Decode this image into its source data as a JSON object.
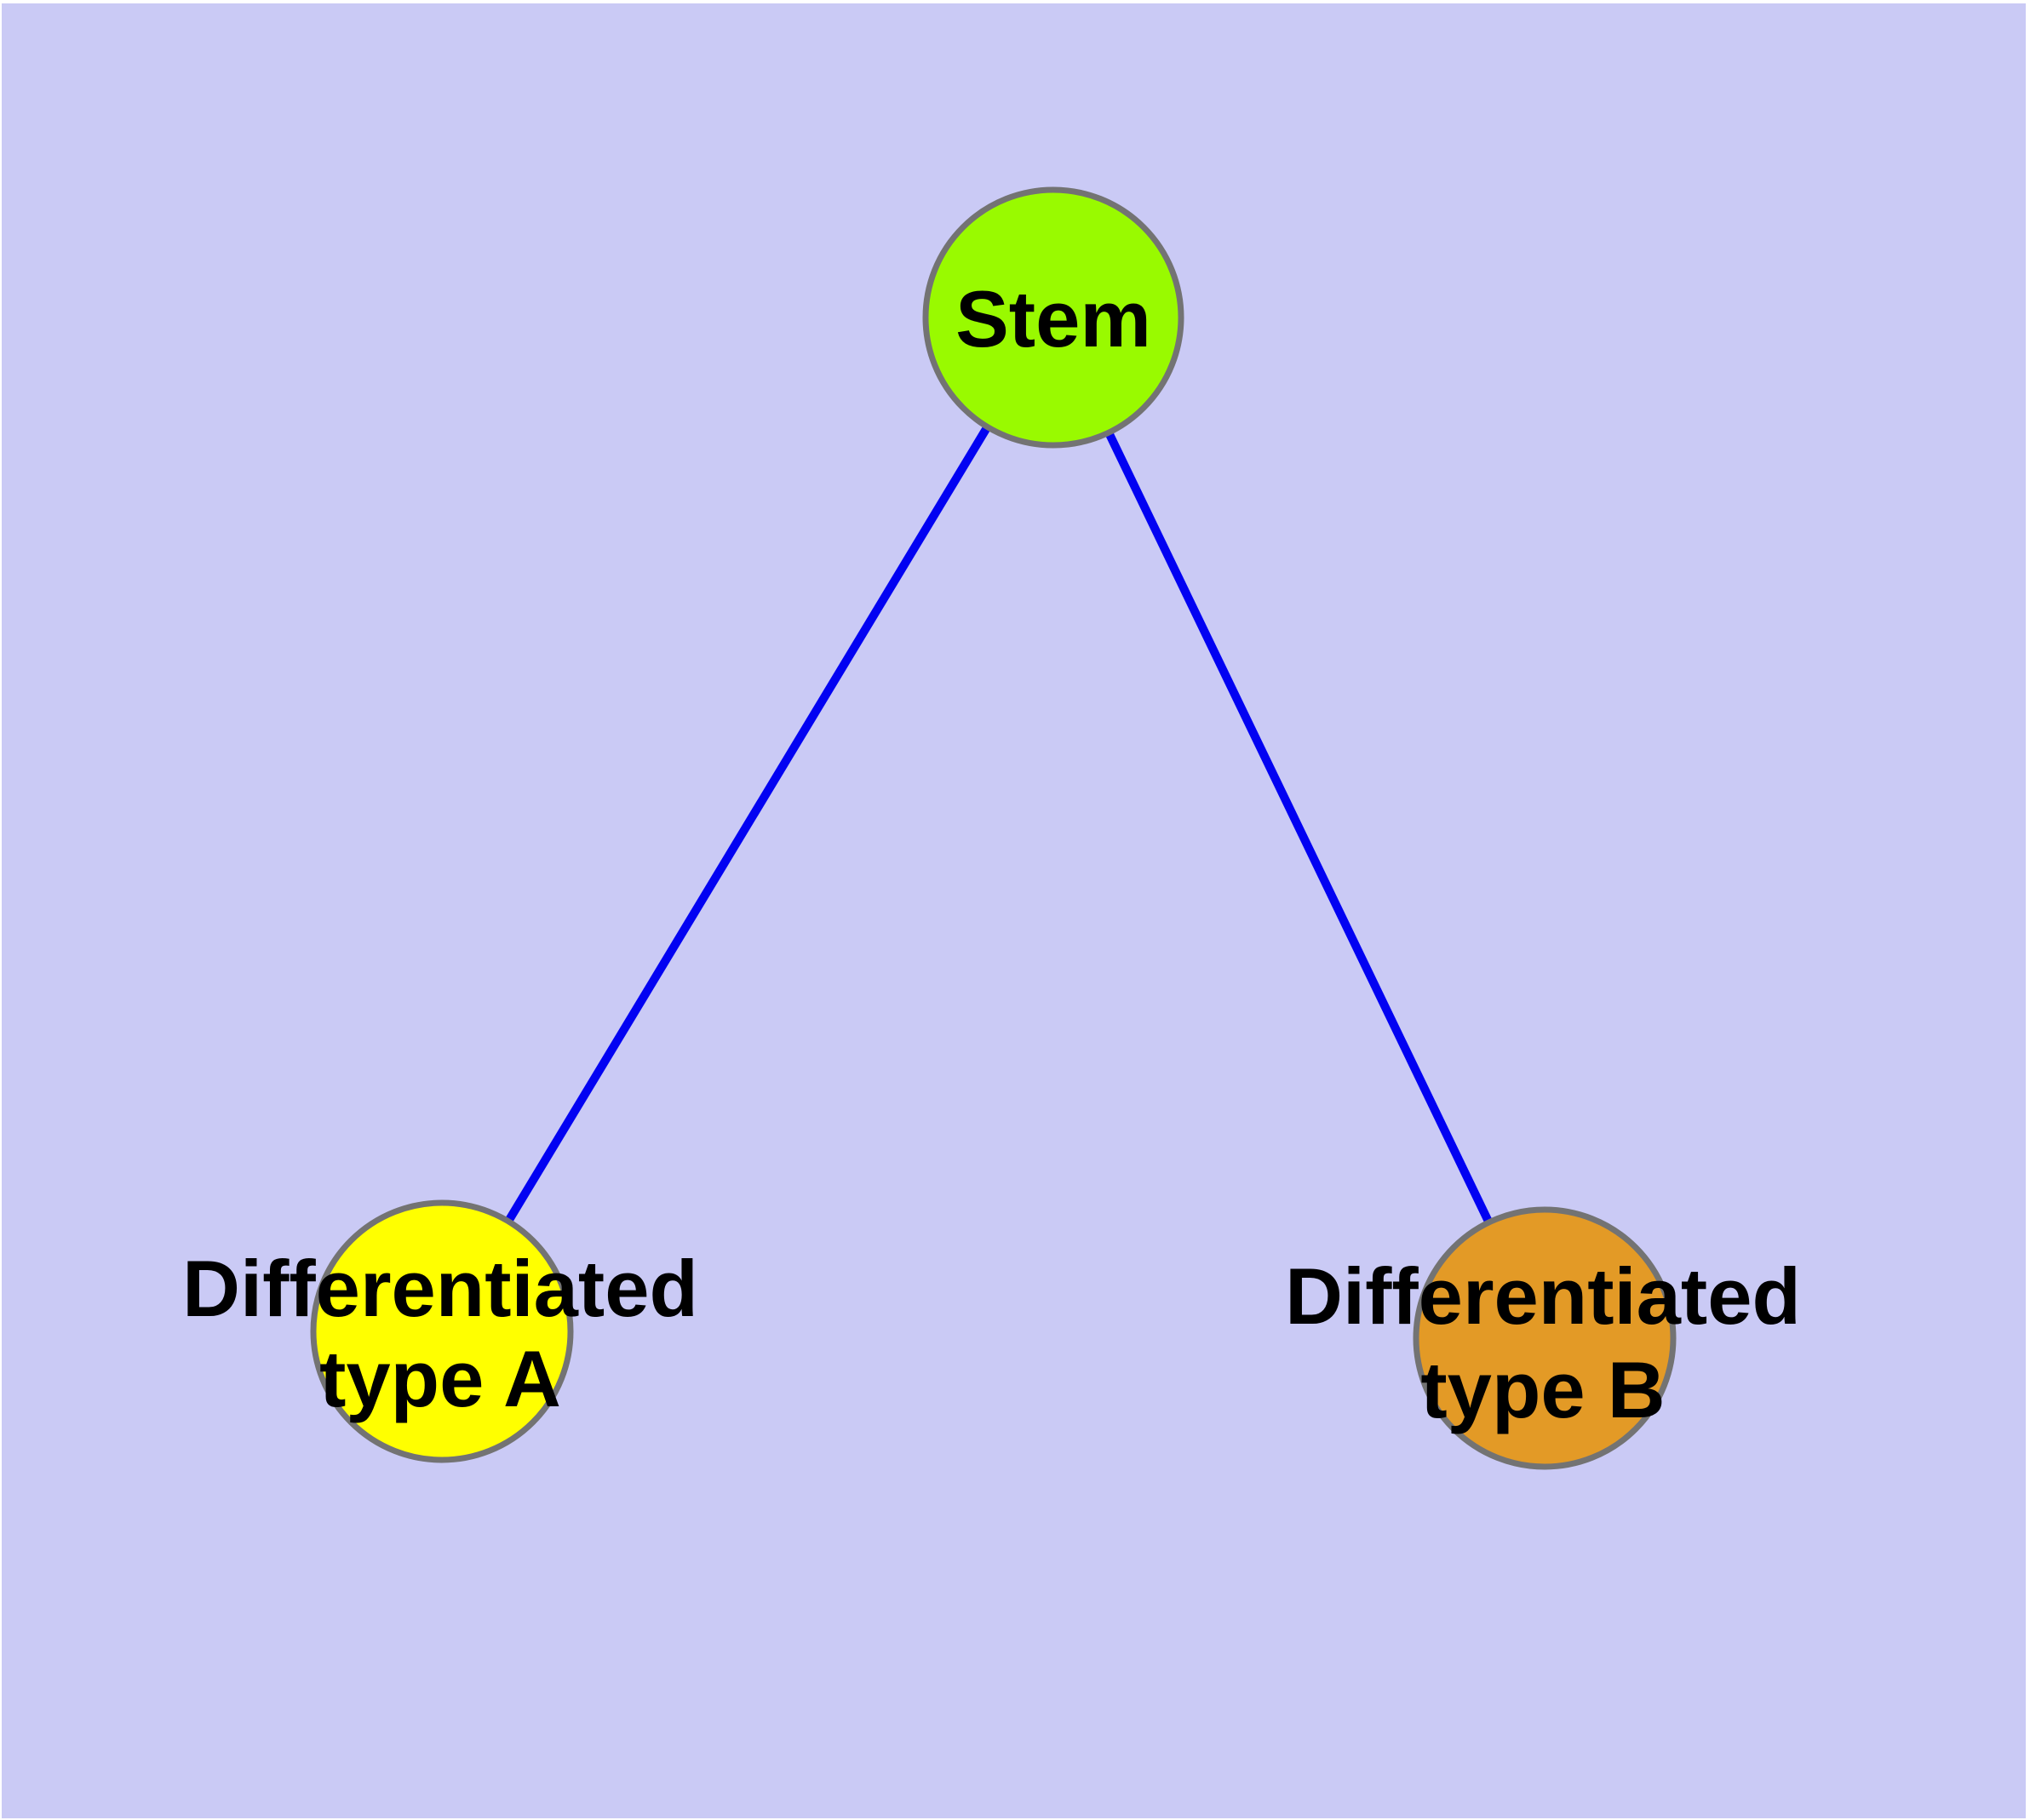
{
  "diagram": {
    "background_color": "#cacaf5",
    "frame_color": "#ffffff",
    "edge_color": "#0202f2",
    "node_border_color": "#737373",
    "label_color": "#000000",
    "nodes": {
      "stem": {
        "label": "Stem",
        "fill": "#99fa00"
      },
      "type_a": {
        "label_line1": "Differentiated",
        "label_line2": "type A",
        "fill": "#ffff00"
      },
      "type_b": {
        "label_line1": "Differentiated",
        "label_line2": "type B",
        "fill": "#e39a26"
      }
    },
    "edges": [
      {
        "from": "stem",
        "to": "type_a"
      },
      {
        "from": "stem",
        "to": "type_b"
      }
    ]
  }
}
